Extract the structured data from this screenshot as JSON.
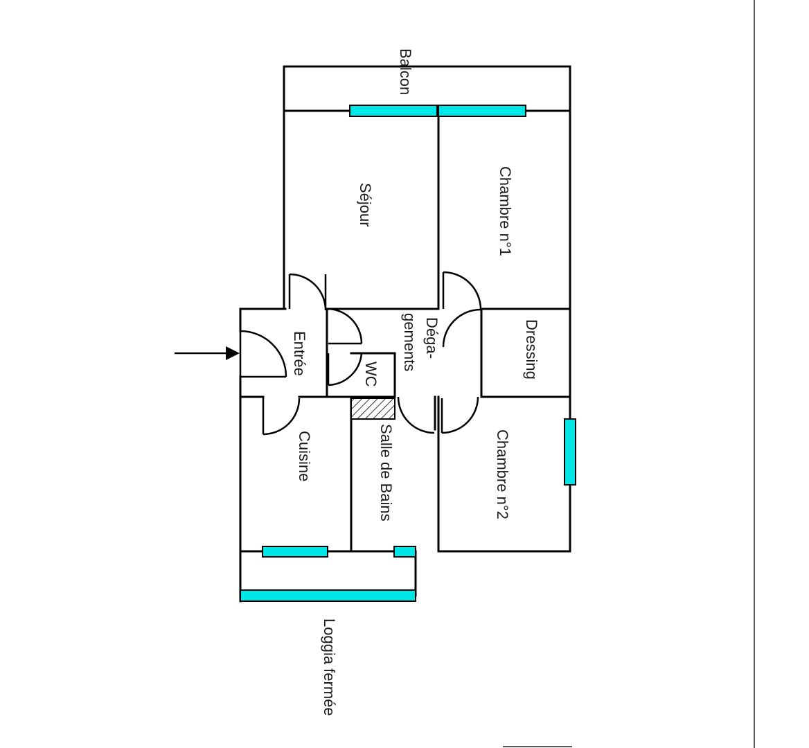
{
  "rooms": {
    "balcon": "Balcon",
    "sejour": "Séjour",
    "chambre1": "Chambre n°1",
    "entree": "Entrée",
    "degagements_line1": "Déga-",
    "degagements_line2": "gements",
    "dressing": "Dressing",
    "wc": "WC",
    "cuisine": "Cuisine",
    "salle_de_bains": "Salle de Bains",
    "chambre2": "Chambre n°2",
    "loggia": "Loggia fermée"
  },
  "colors": {
    "window": "#00e5e5",
    "wall": "#000000",
    "text": "#1a1a1a"
  }
}
